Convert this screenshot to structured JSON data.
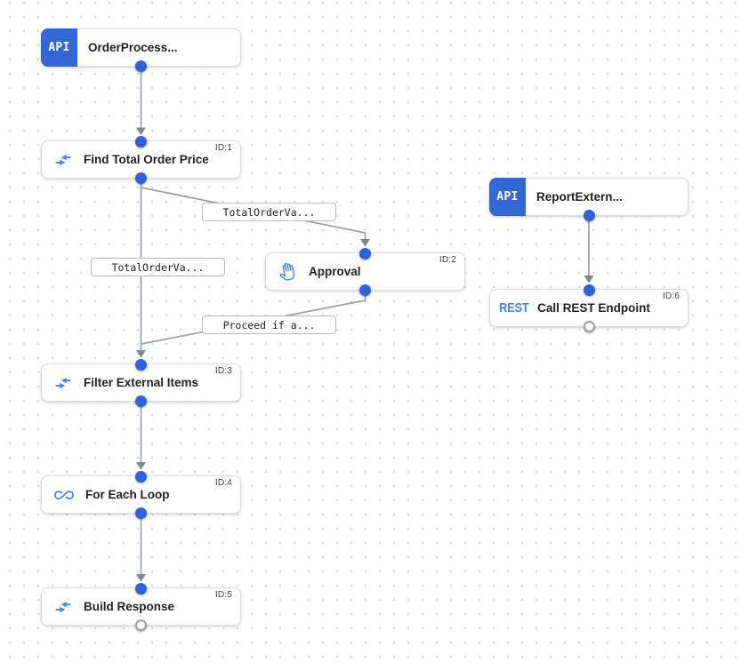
{
  "canvas": {
    "type": "integration-workflow-canvas",
    "colors": {
      "background": "#ffffff",
      "grid_dot": "#d8d8d8",
      "api_badge_blue": "#3367d6",
      "port_blue": "#2f62d8",
      "icon_blue": "#4285f4",
      "edge_gray": "#9aa0a6",
      "node_border": "#d9dce1"
    }
  },
  "nodes": [
    {
      "name": "order-process-trigger",
      "badge": "API",
      "title": "OrderProcess...",
      "id_label": "",
      "icon": "api-badge"
    },
    {
      "name": "find-total-order-price",
      "title": "Find Total Order Price",
      "id_label": "ID:1",
      "icon": "data-mapping-icon"
    },
    {
      "name": "approval",
      "title": "Approval",
      "id_label": "ID:2",
      "icon": "hand-icon"
    },
    {
      "name": "filter-external-items",
      "title": "Filter External Items",
      "id_label": "ID:3",
      "icon": "data-mapping-icon"
    },
    {
      "name": "for-each-loop",
      "title": "For Each Loop",
      "id_label": "ID:4",
      "icon": "loop-icon"
    },
    {
      "name": "build-response",
      "title": "Build Response",
      "id_label": "ID:5",
      "icon": "data-mapping-icon"
    },
    {
      "name": "report-extern-trigger",
      "badge": "API",
      "title": "ReportExtern...",
      "id_label": "",
      "icon": "api-badge"
    },
    {
      "name": "call-rest-endpoint",
      "title": "Call REST Endpoint",
      "id_label": "ID:6",
      "icon": "rest-text-icon",
      "icon_text": "REST"
    }
  ],
  "edge_labels": [
    {
      "text": "TotalOrderVa..."
    },
    {
      "text": "TotalOrderVa..."
    },
    {
      "text": "Proceed if a..."
    }
  ]
}
